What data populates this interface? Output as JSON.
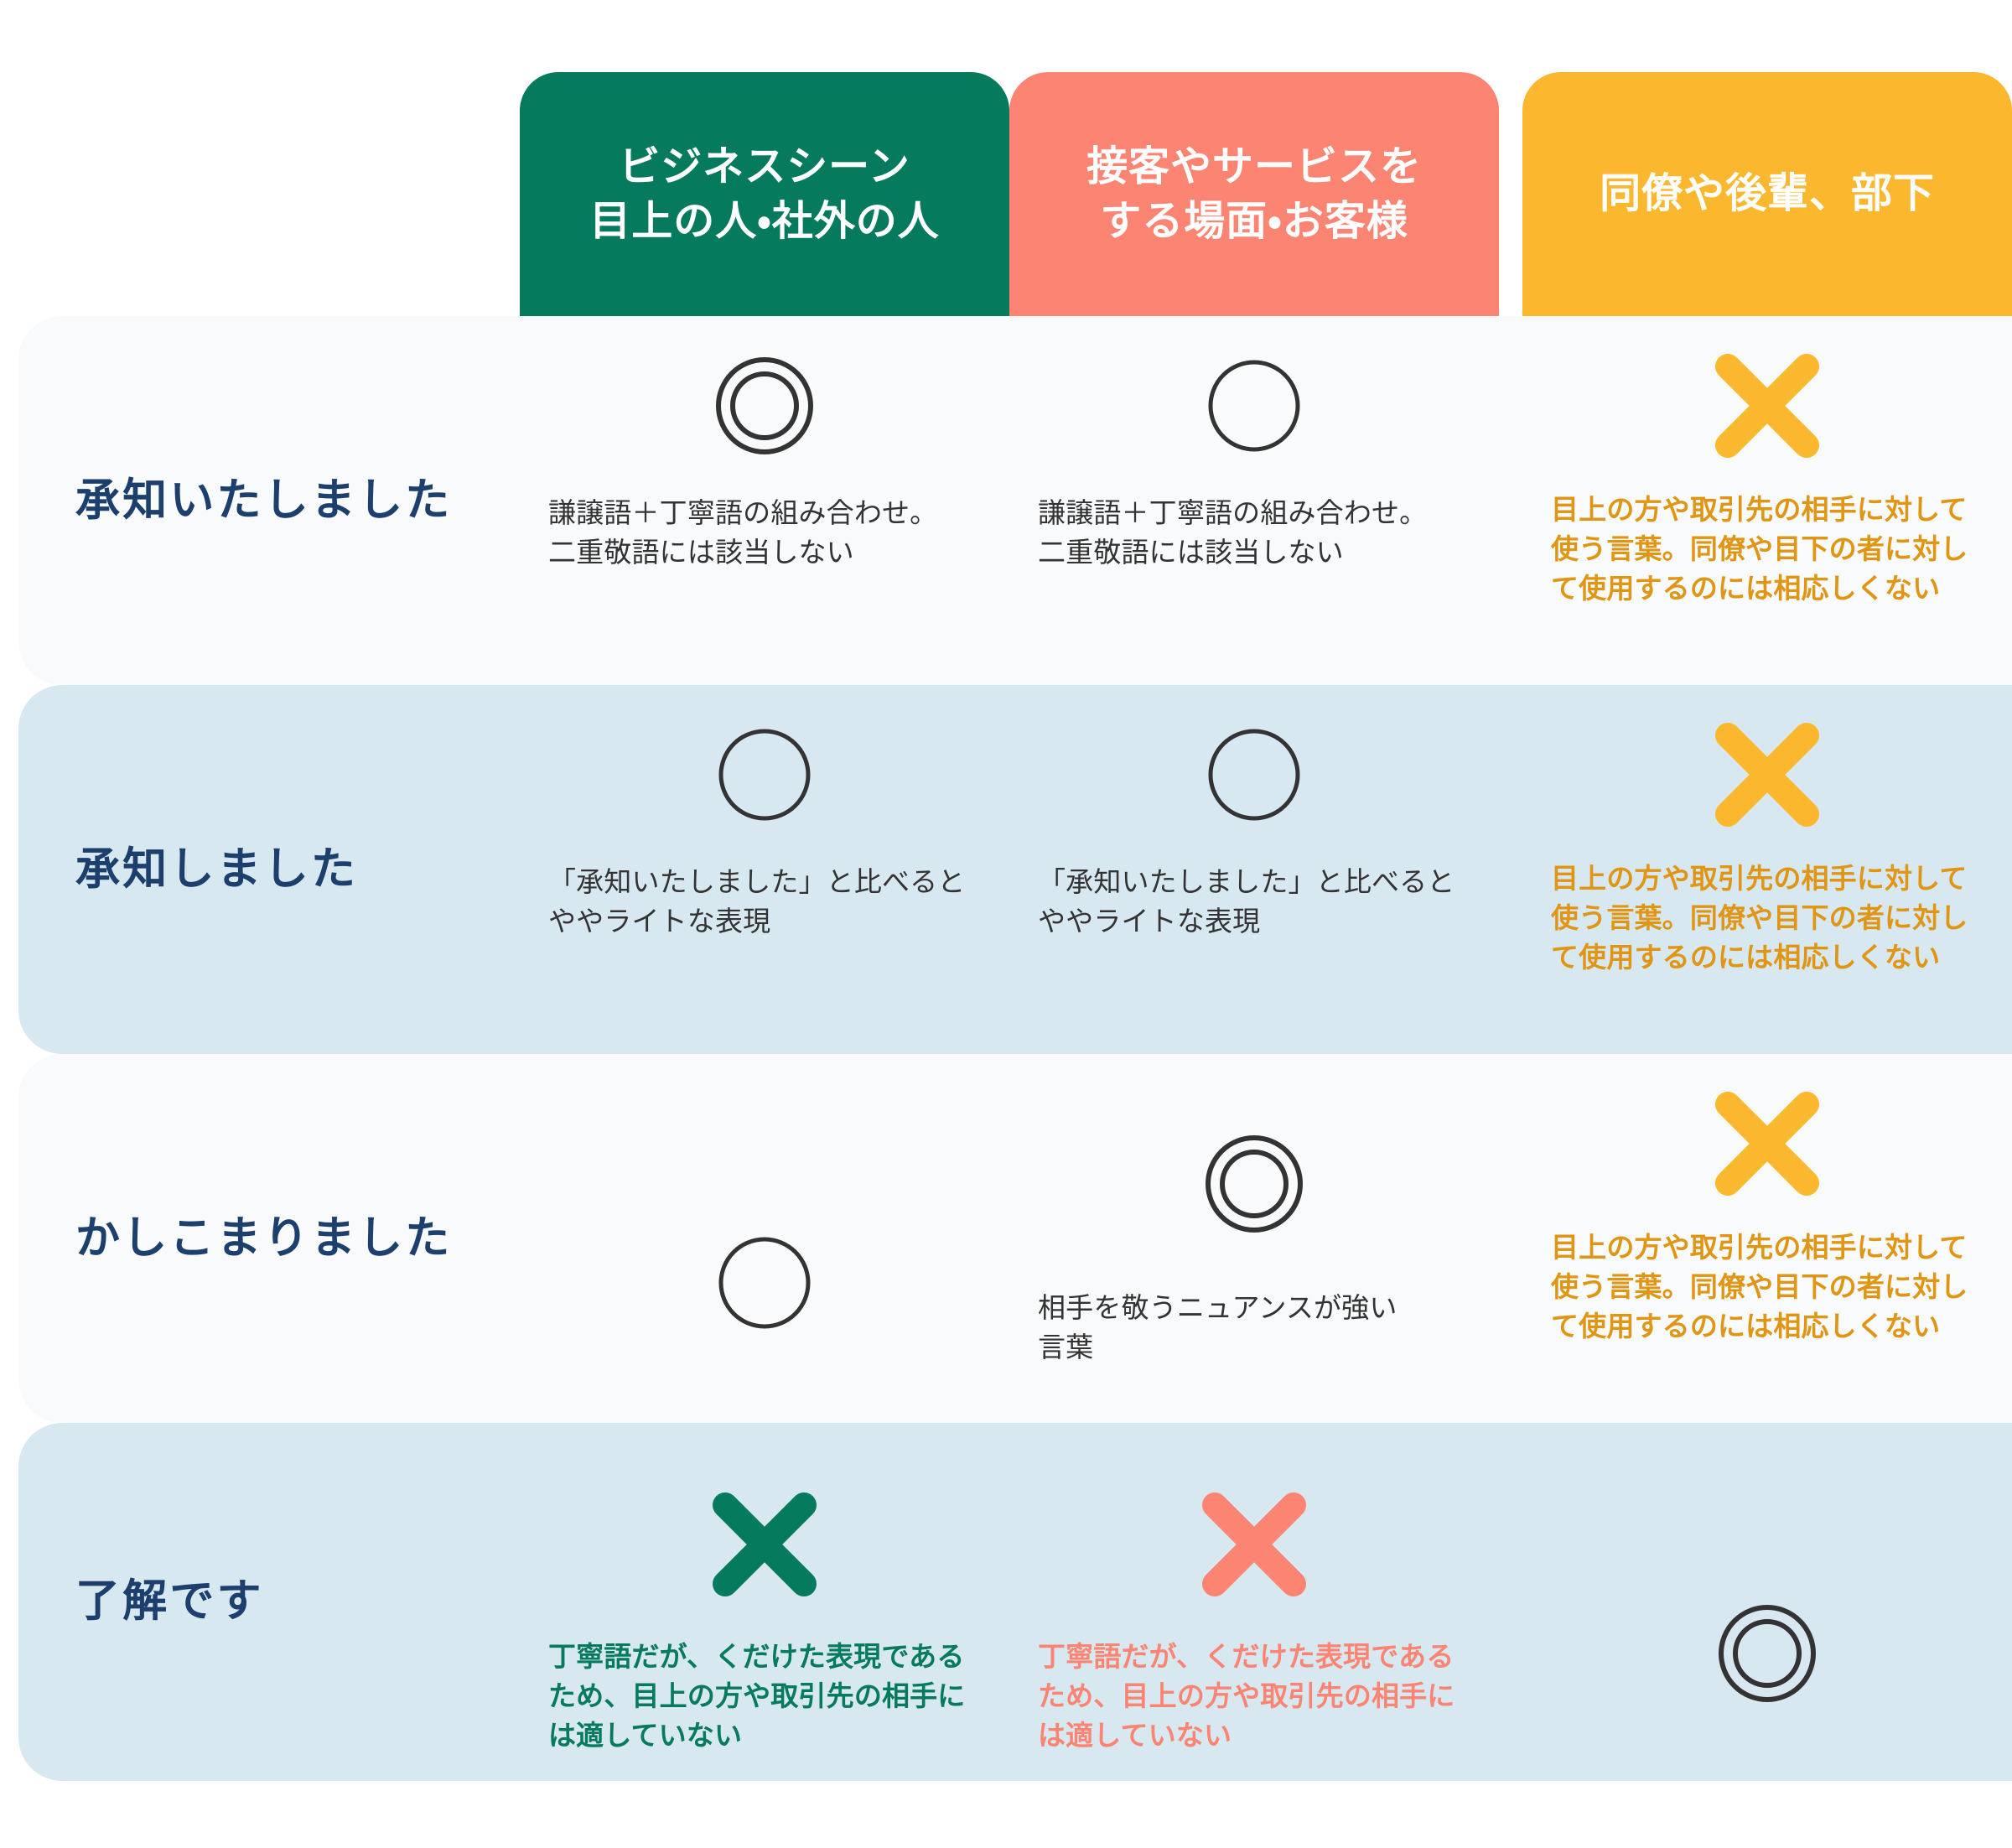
{
  "colors": {
    "green": "#057a5c",
    "salmon": "#fc8473",
    "yellow": "#fbb72e",
    "orange_text": "#e09514",
    "row_alt_bg": "#d8e8f0",
    "row_base_bg": "#f8fafb",
    "label_navy": "#1c3f6e",
    "body_text": "#333333",
    "mark_outline": "#333333"
  },
  "headers": [
    {
      "label": "ビジネスシーン\n目上の人・社外の人",
      "color": "#057a5c",
      "name": "header-business-scene"
    },
    {
      "label": "接客やサービスを\nする場面・お客様",
      "color": "#fc8473",
      "name": "header-customer-service"
    },
    {
      "label": "同僚や後輩、部下",
      "color": "#fbb72e",
      "name": "header-colleagues"
    }
  ],
  "rows": [
    {
      "label": "承知いたしました",
      "shade": "base",
      "cells": [
        {
          "mark": "double-circle-icon",
          "mark_color": "#333333",
          "desc": "謙譲語＋丁寧語の組み合わせ。\n二重敬語には該当しない",
          "desc_color": "#333333",
          "desc_bold": false
        },
        {
          "mark": "circle-icon",
          "mark_color": "#333333",
          "desc": "謙譲語＋丁寧語の組み合わせ。\n二重敬語には該当しない",
          "desc_color": "#333333",
          "desc_bold": false
        },
        {
          "mark": "cross-icon",
          "mark_color": "#fbb72e",
          "desc": "目上の方や取引先の相手に対して使う言葉。同僚や目下の者に対して使用するのには相応しくない",
          "desc_color": "#e09514",
          "desc_bold": true
        }
      ]
    },
    {
      "label": "承知しました",
      "shade": "alt",
      "cells": [
        {
          "mark": "circle-icon",
          "mark_color": "#333333",
          "desc": "「承知いたしました」と比べると\nややライトな表現",
          "desc_color": "#333333",
          "desc_bold": false
        },
        {
          "mark": "circle-icon",
          "mark_color": "#333333",
          "desc": "「承知いたしました」と比べると\nややライトな表現",
          "desc_color": "#333333",
          "desc_bold": false
        },
        {
          "mark": "cross-icon",
          "mark_color": "#fbb72e",
          "desc": "目上の方や取引先の相手に対して使う言葉。同僚や目下の者に対して使用するのには相応しくない",
          "desc_color": "#e09514",
          "desc_bold": true
        }
      ]
    },
    {
      "label": "かしこまりました",
      "shade": "base",
      "cells": [
        {
          "mark": "circle-icon",
          "mark_color": "#333333",
          "desc": "",
          "desc_color": "#333333",
          "desc_bold": false
        },
        {
          "mark": "double-circle-icon",
          "mark_color": "#333333",
          "desc": "相手を敬うニュアンスが強い\n言葉",
          "desc_color": "#333333",
          "desc_bold": false
        },
        {
          "mark": "cross-icon",
          "mark_color": "#fbb72e",
          "desc": "目上の方や取引先の相手に対して使う言葉。同僚や目下の者に対して使用するのには相応しくない",
          "desc_color": "#e09514",
          "desc_bold": true
        }
      ]
    },
    {
      "label": "了解です",
      "shade": "alt",
      "cells": [
        {
          "mark": "cross-icon",
          "mark_color": "#057a5c",
          "desc": "丁寧語だが、くだけた表現であるため、目上の方や取引先の相手には適していない",
          "desc_color": "#057a5c",
          "desc_bold": true
        },
        {
          "mark": "cross-icon",
          "mark_color": "#fc8473",
          "desc": "丁寧語だが、くだけた表現であるため、目上の方や取引先の相手には適していない",
          "desc_color": "#fc8473",
          "desc_bold": true
        },
        {
          "mark": "double-circle-icon",
          "mark_color": "#333333",
          "desc": "",
          "desc_color": "#333333",
          "desc_bold": false
        }
      ]
    }
  ]
}
